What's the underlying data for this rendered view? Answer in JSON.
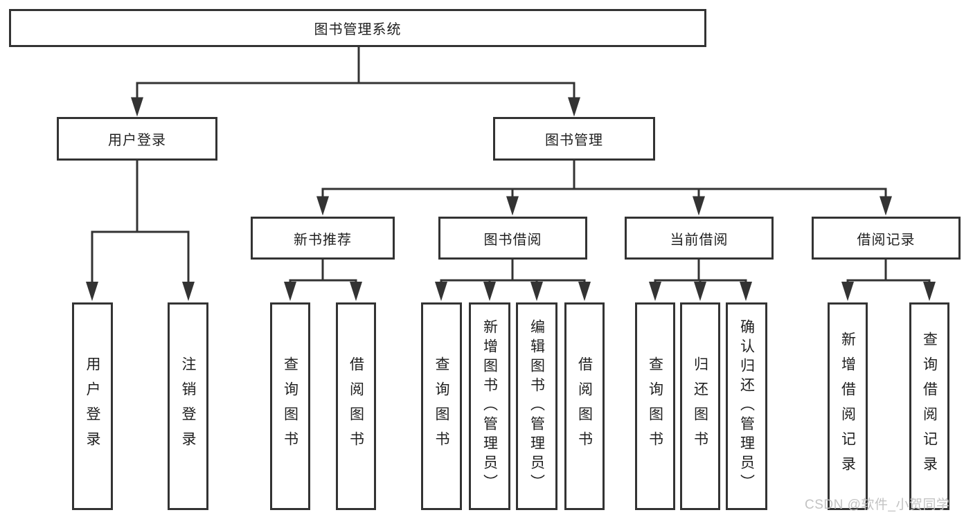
{
  "tree": {
    "root": {
      "label": "图书管理系统"
    },
    "branches": [
      {
        "label": "用户登录",
        "children": [
          {
            "label": "用户登录"
          },
          {
            "label": "注销登录"
          }
        ]
      },
      {
        "label": "图书管理",
        "children": [
          {
            "label": "新书推荐",
            "children": [
              {
                "label": "查询图书"
              },
              {
                "label": "借阅图书"
              }
            ]
          },
          {
            "label": "图书借阅",
            "children": [
              {
                "label": "查询图书"
              },
              {
                "label": "新增图书（管理员）"
              },
              {
                "label": "编辑图书（管理员）"
              },
              {
                "label": "借阅图书"
              }
            ]
          },
          {
            "label": "当前借阅",
            "children": [
              {
                "label": "查询图书"
              },
              {
                "label": "归还图书"
              },
              {
                "label": "确认归还（管理员）"
              }
            ]
          },
          {
            "label": "借阅记录",
            "children": [
              {
                "label": "新增借阅记录"
              },
              {
                "label": "查询借阅记录"
              }
            ]
          }
        ]
      }
    ]
  },
  "watermark": "CSDN @软件_小贺同学",
  "colors": {
    "line": "#333333",
    "box_border": "#333333",
    "text": "#1f1f1f",
    "watermark": "#c3c3c3",
    "background": "#ffffff"
  }
}
